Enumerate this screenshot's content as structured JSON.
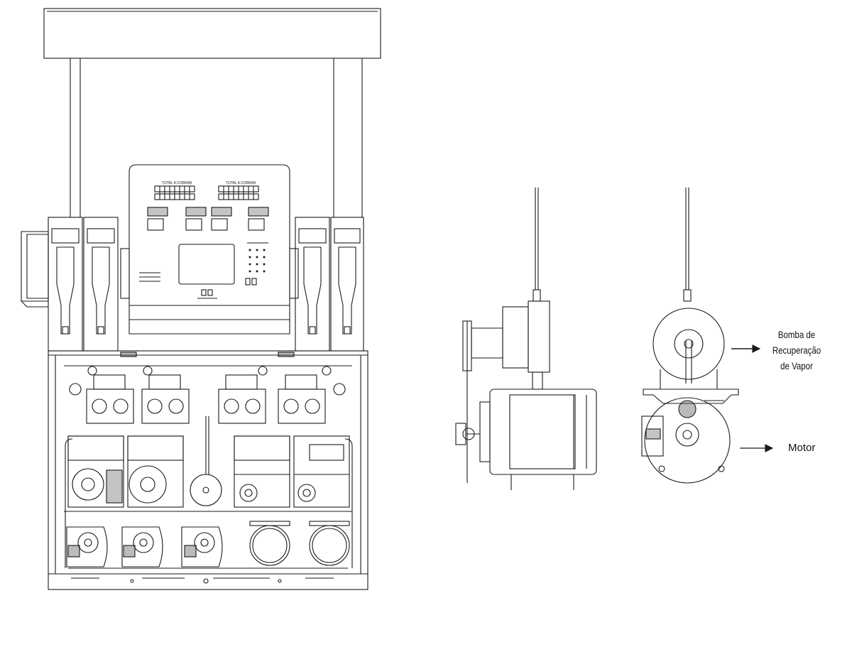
{
  "labels": {
    "vapor_pump_line1": "Bomba de",
    "vapor_pump_line2": "Recuperação",
    "vapor_pump_line3": "de Vapor",
    "motor": "Motor"
  },
  "colors": {
    "line": "#1a1a1a",
    "background": "#ffffff",
    "shade": "#555555"
  }
}
